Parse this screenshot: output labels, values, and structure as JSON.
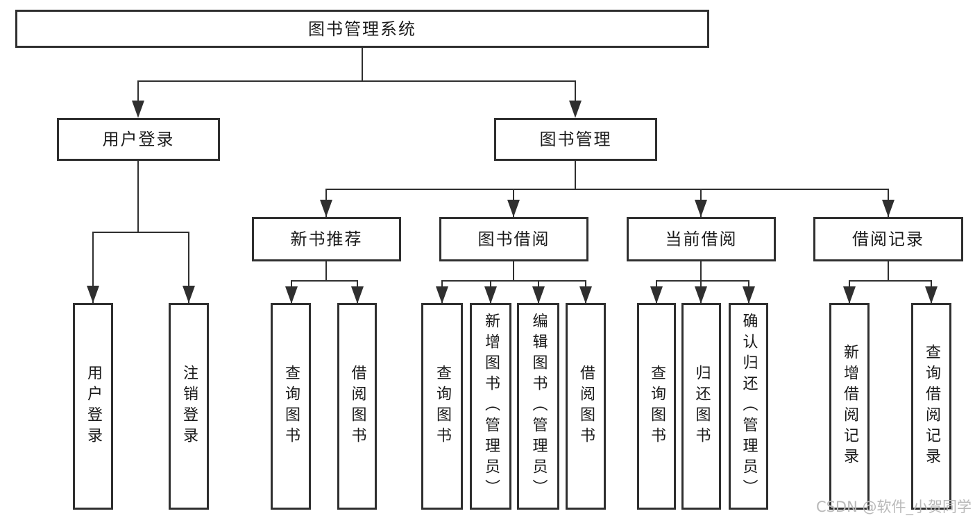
{
  "diagram": {
    "root": {
      "label": "图书管理系统"
    },
    "level2": [
      {
        "label": "用户登录"
      },
      {
        "label": "图书管理"
      }
    ],
    "level3": [
      {
        "label": "新书推荐"
      },
      {
        "label": "图书借阅"
      },
      {
        "label": "当前借阅"
      },
      {
        "label": "借阅记录"
      }
    ],
    "leaves": {
      "user_login": [
        {
          "label": "用户登录"
        },
        {
          "label": "注销登录"
        }
      ],
      "new_book_recommend": [
        {
          "label": "查询图书"
        },
        {
          "label": "借阅图书"
        }
      ],
      "book_borrow": [
        {
          "label": "查询图书"
        },
        {
          "label": "新增图书（管理员）"
        },
        {
          "label": "编辑图书（管理员）"
        },
        {
          "label": "借阅图书"
        }
      ],
      "current_borrow": [
        {
          "label": "查询图书"
        },
        {
          "label": "归还图书"
        },
        {
          "label": "确认归还（管理员）"
        }
      ],
      "borrow_records": [
        {
          "label": "新增借阅记录"
        },
        {
          "label": "查询借阅记录"
        }
      ]
    },
    "watermark": "CSDN @软件_小贺同学",
    "colors": {
      "line": "#2f2f2f",
      "box_border": "#2f2f2f",
      "box_fill": "#ffffff",
      "text": "#1a1a1a",
      "watermark": "#b9b9b9"
    }
  }
}
